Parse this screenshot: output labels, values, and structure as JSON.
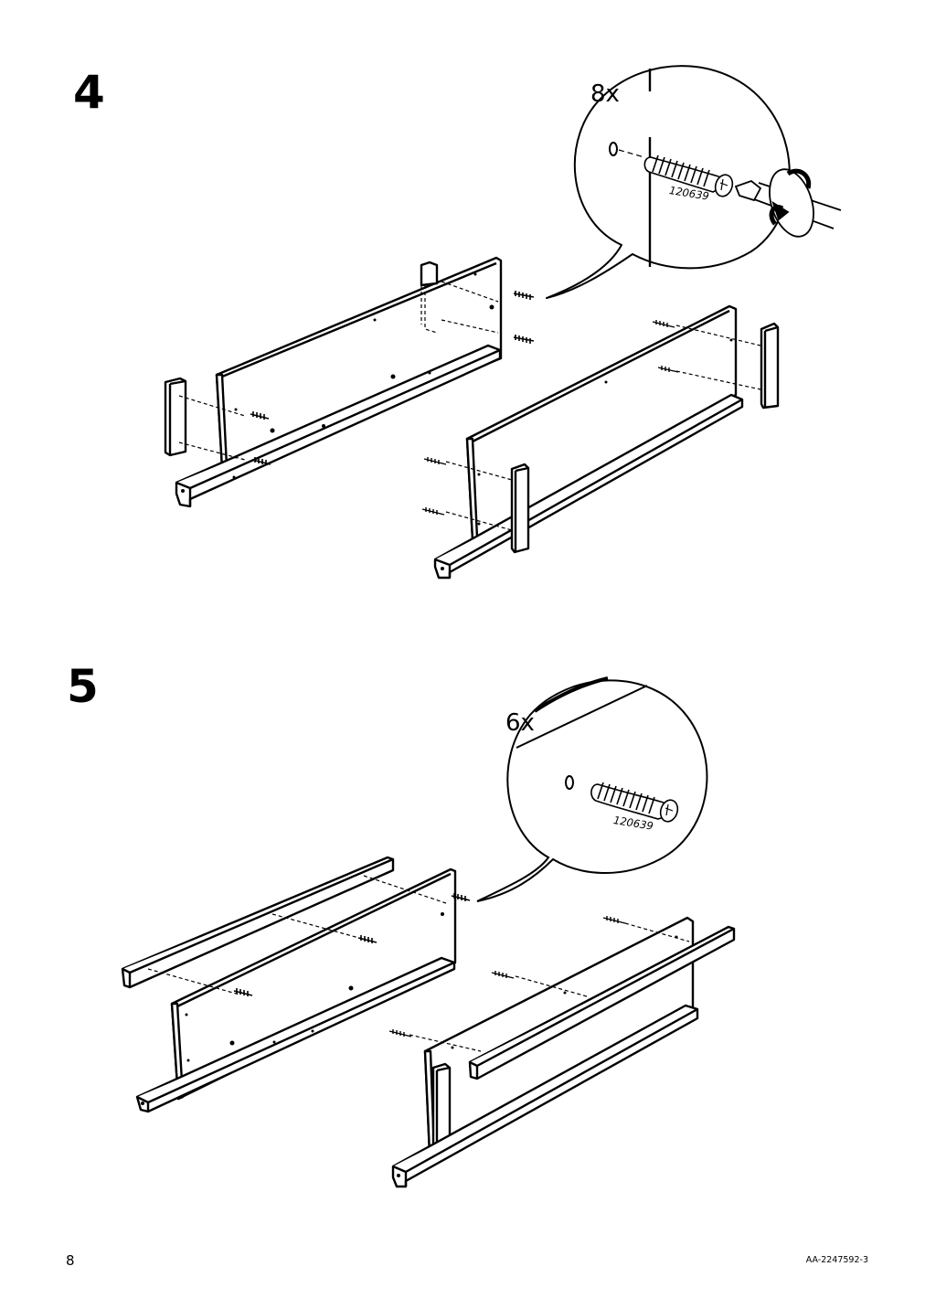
{
  "page": {
    "number": "8",
    "doc_code": "AA-2247592-3"
  },
  "steps": [
    {
      "number": "4",
      "quantity": "8x",
      "part_number": "120639",
      "tool": "screwdriver-icon"
    },
    {
      "number": "5",
      "quantity": "6x",
      "part_number": "120639"
    }
  ]
}
